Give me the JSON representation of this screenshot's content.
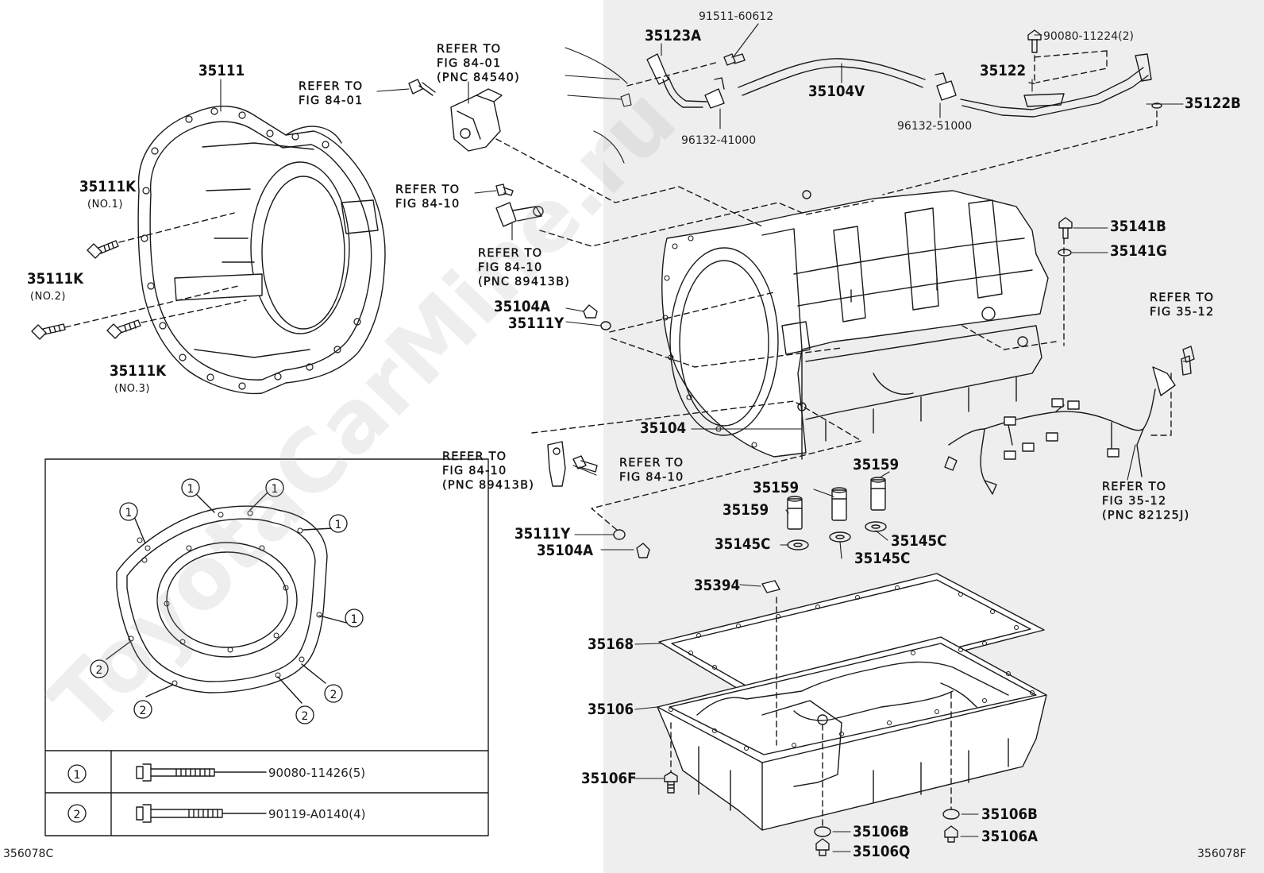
{
  "watermark": "ToyotaCarMine.ru",
  "figure_codes": {
    "left": "356078C",
    "right": "356078F"
  },
  "refs": {
    "fig8401_a": "REFER TO\nFIG 84-01",
    "fig8401_b": "REFER TO\nFIG 84-01\n(PNC 84540)",
    "fig8410_a": "REFER TO\nFIG 84-10",
    "fig8410_b": "REFER TO\nFIG 84-10\n(PNC 89413B)",
    "fig8410_c": "REFER TO\nFIG 84-10\n(PNC 89413B)",
    "fig8410_d": "REFER TO\nFIG 84-10",
    "fig3512_a": "REFER TO\nFIG 35-12",
    "fig3512_b": "REFER TO\nFIG 35-12\n(PNC 82125J)"
  },
  "parts": {
    "p35111": "35111",
    "p35111K_1": "35111K",
    "p35111K_1_note": "(NO.1)",
    "p35111K_2": "35111K",
    "p35111K_2_note": "(NO.2)",
    "p35111K_3": "35111K",
    "p35111K_3_note": "(NO.3)",
    "p35123A": "35123A",
    "p91511": "91511-60612",
    "p35104V": "35104V",
    "p96132_41": "96132-41000",
    "p96132_51": "96132-51000",
    "p90080_11224": "90080-11224(2)",
    "p35122": "35122",
    "p35122B": "35122B",
    "p35141B": "35141B",
    "p35141G": "35141G",
    "p35104A_1": "35104A",
    "p35111Y_1": "35111Y",
    "p35104": "35104",
    "p35159_a": "35159",
    "p35159_b": "35159",
    "p35159_c": "35159",
    "p35145C_a": "35145C",
    "p35145C_b": "35145C",
    "p35145C_c": "35145C",
    "p35111Y_2": "35111Y",
    "p35104A_2": "35104A",
    "p35394": "35394",
    "p35168": "35168",
    "p35106": "35106",
    "p35106F": "35106F",
    "p35106B_1": "35106B",
    "p35106B_2": "35106B",
    "p35106A": "35106A",
    "p35106Q": "35106Q"
  },
  "inset": {
    "marker_1": "1",
    "marker_2": "2",
    "bolts": [
      {
        "marker": "1",
        "part": "90080-11426(5)"
      },
      {
        "marker": "2",
        "part": "90119-A0140(4)"
      }
    ]
  },
  "colors": {
    "ink": "#1a1a1a",
    "shade": "#eeeeee"
  }
}
